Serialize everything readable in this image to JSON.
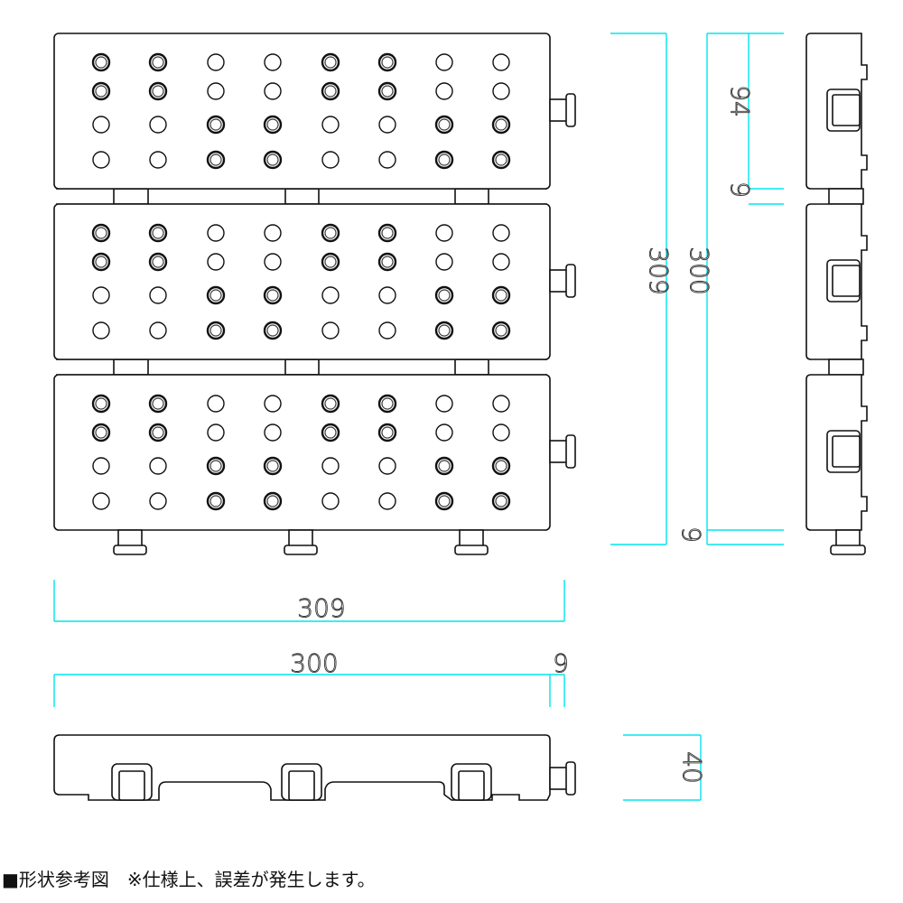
{
  "caption": "■形状参考図　※仕様上、誤差が発生します。",
  "colors": {
    "outline": "#111111",
    "dimension": "#00e5ee",
    "hole_fill_dark": "#3a3a3a",
    "background": "#ffffff"
  },
  "dimensions": {
    "top_view_height_overall": "309",
    "top_view_height_body": "300",
    "right_view_segment": "94",
    "right_view_gap_top": "9",
    "right_view_gap_bottom": "9",
    "width_overall": "309",
    "width_body": "300",
    "width_tab": "9",
    "side_view_height": "40"
  },
  "hole_pattern": {
    "rows": 4,
    "columns": 8,
    "dark_holes_by_row": [
      [
        true,
        true,
        false,
        false,
        true,
        true,
        false,
        false
      ],
      [
        true,
        true,
        false,
        false,
        true,
        true,
        false,
        false
      ],
      [
        false,
        false,
        true,
        true,
        false,
        false,
        true,
        true
      ],
      [
        false,
        false,
        true,
        true,
        false,
        false,
        true,
        true
      ]
    ]
  }
}
